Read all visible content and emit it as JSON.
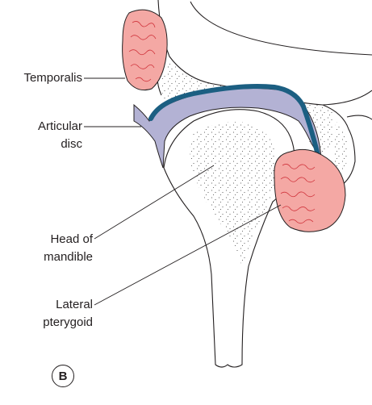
{
  "labels": {
    "temporalis": "Temporalis",
    "articular_disc_line1": "Articular",
    "articular_disc_line2": "disc",
    "head_of_mandible_line1": "Head of",
    "head_of_mandible_line2": "mandible",
    "lateral_pterygoid_line1": "Lateral",
    "lateral_pterygoid_line2": "pterygoid"
  },
  "panel_label": "B",
  "colors": {
    "muscle_fill": "#f4a8a4",
    "muscle_fibres": "#d0343c",
    "capsule": "#b3b2d4",
    "disc": "#1c5f82",
    "outline": "#231f20",
    "bone_stipple": "#3a3a3a"
  }
}
